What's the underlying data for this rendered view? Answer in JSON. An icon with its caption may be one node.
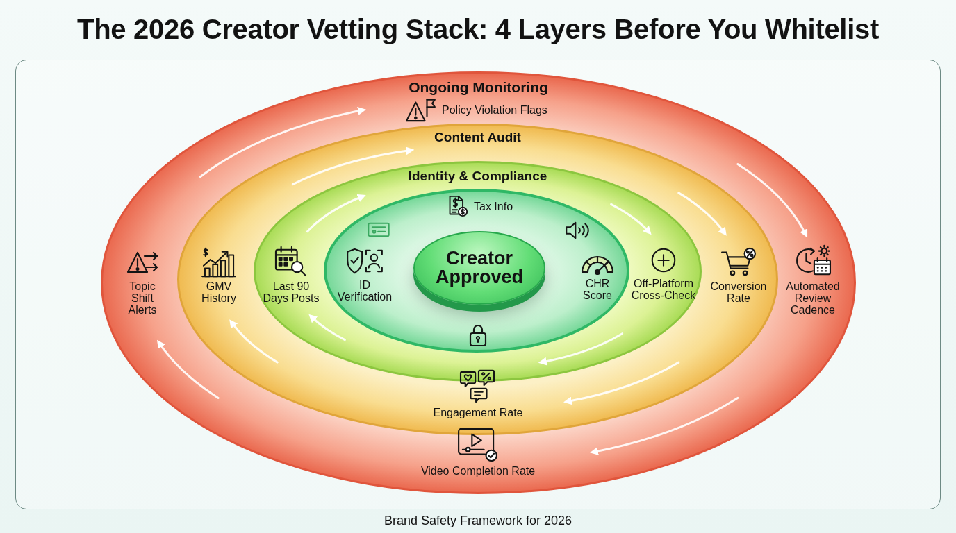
{
  "diagram": {
    "title": "The 2026 Creator Vetting Stack: 4 Layers Before You Whitelist",
    "caption": "Brand Safety Framework for 2026",
    "nodes": [
      {
        "text": [
          "Ongoing Monitoring"
        ]
      },
      {
        "text": [
          "Policy Violation Flags"
        ],
        "in": 0
      },
      {
        "text": [
          "Content Audit"
        ],
        "in": 0
      },
      {
        "text": [
          "Identity & Compliance"
        ],
        "in": 2
      },
      {
        "text": [],
        "shape": "ellipse",
        "in": 3
      },
      {
        "text": [
          "Tax Info"
        ],
        "in": 4
      },
      {
        "text": [
          "Topic Shift Alerts"
        ],
        "in": 0
      },
      {
        "text": [
          "GMV History"
        ],
        "in": 2
      },
      {
        "text": [
          "Last 90 Days Posts"
        ],
        "in": 3
      },
      {
        "text": [
          "ID Verification"
        ],
        "in": 4
      },
      {
        "text": [
          "Creator Approved"
        ],
        "in": 4
      },
      {
        "text": [
          "CHR Score"
        ],
        "in": 4
      },
      {
        "text": [
          "Off-Platform Cross-Check"
        ],
        "in": 3
      },
      {
        "text": [
          "Conversion Rate"
        ],
        "in": 2
      },
      {
        "text": [
          "Automated Review Cadence"
        ],
        "in": 0
      },
      {
        "text": [
          "Engagement Rate"
        ],
        "in": 2
      },
      {
        "text": [
          "Video Completion Rate"
        ],
        "in": 0
      }
    ]
  }
}
